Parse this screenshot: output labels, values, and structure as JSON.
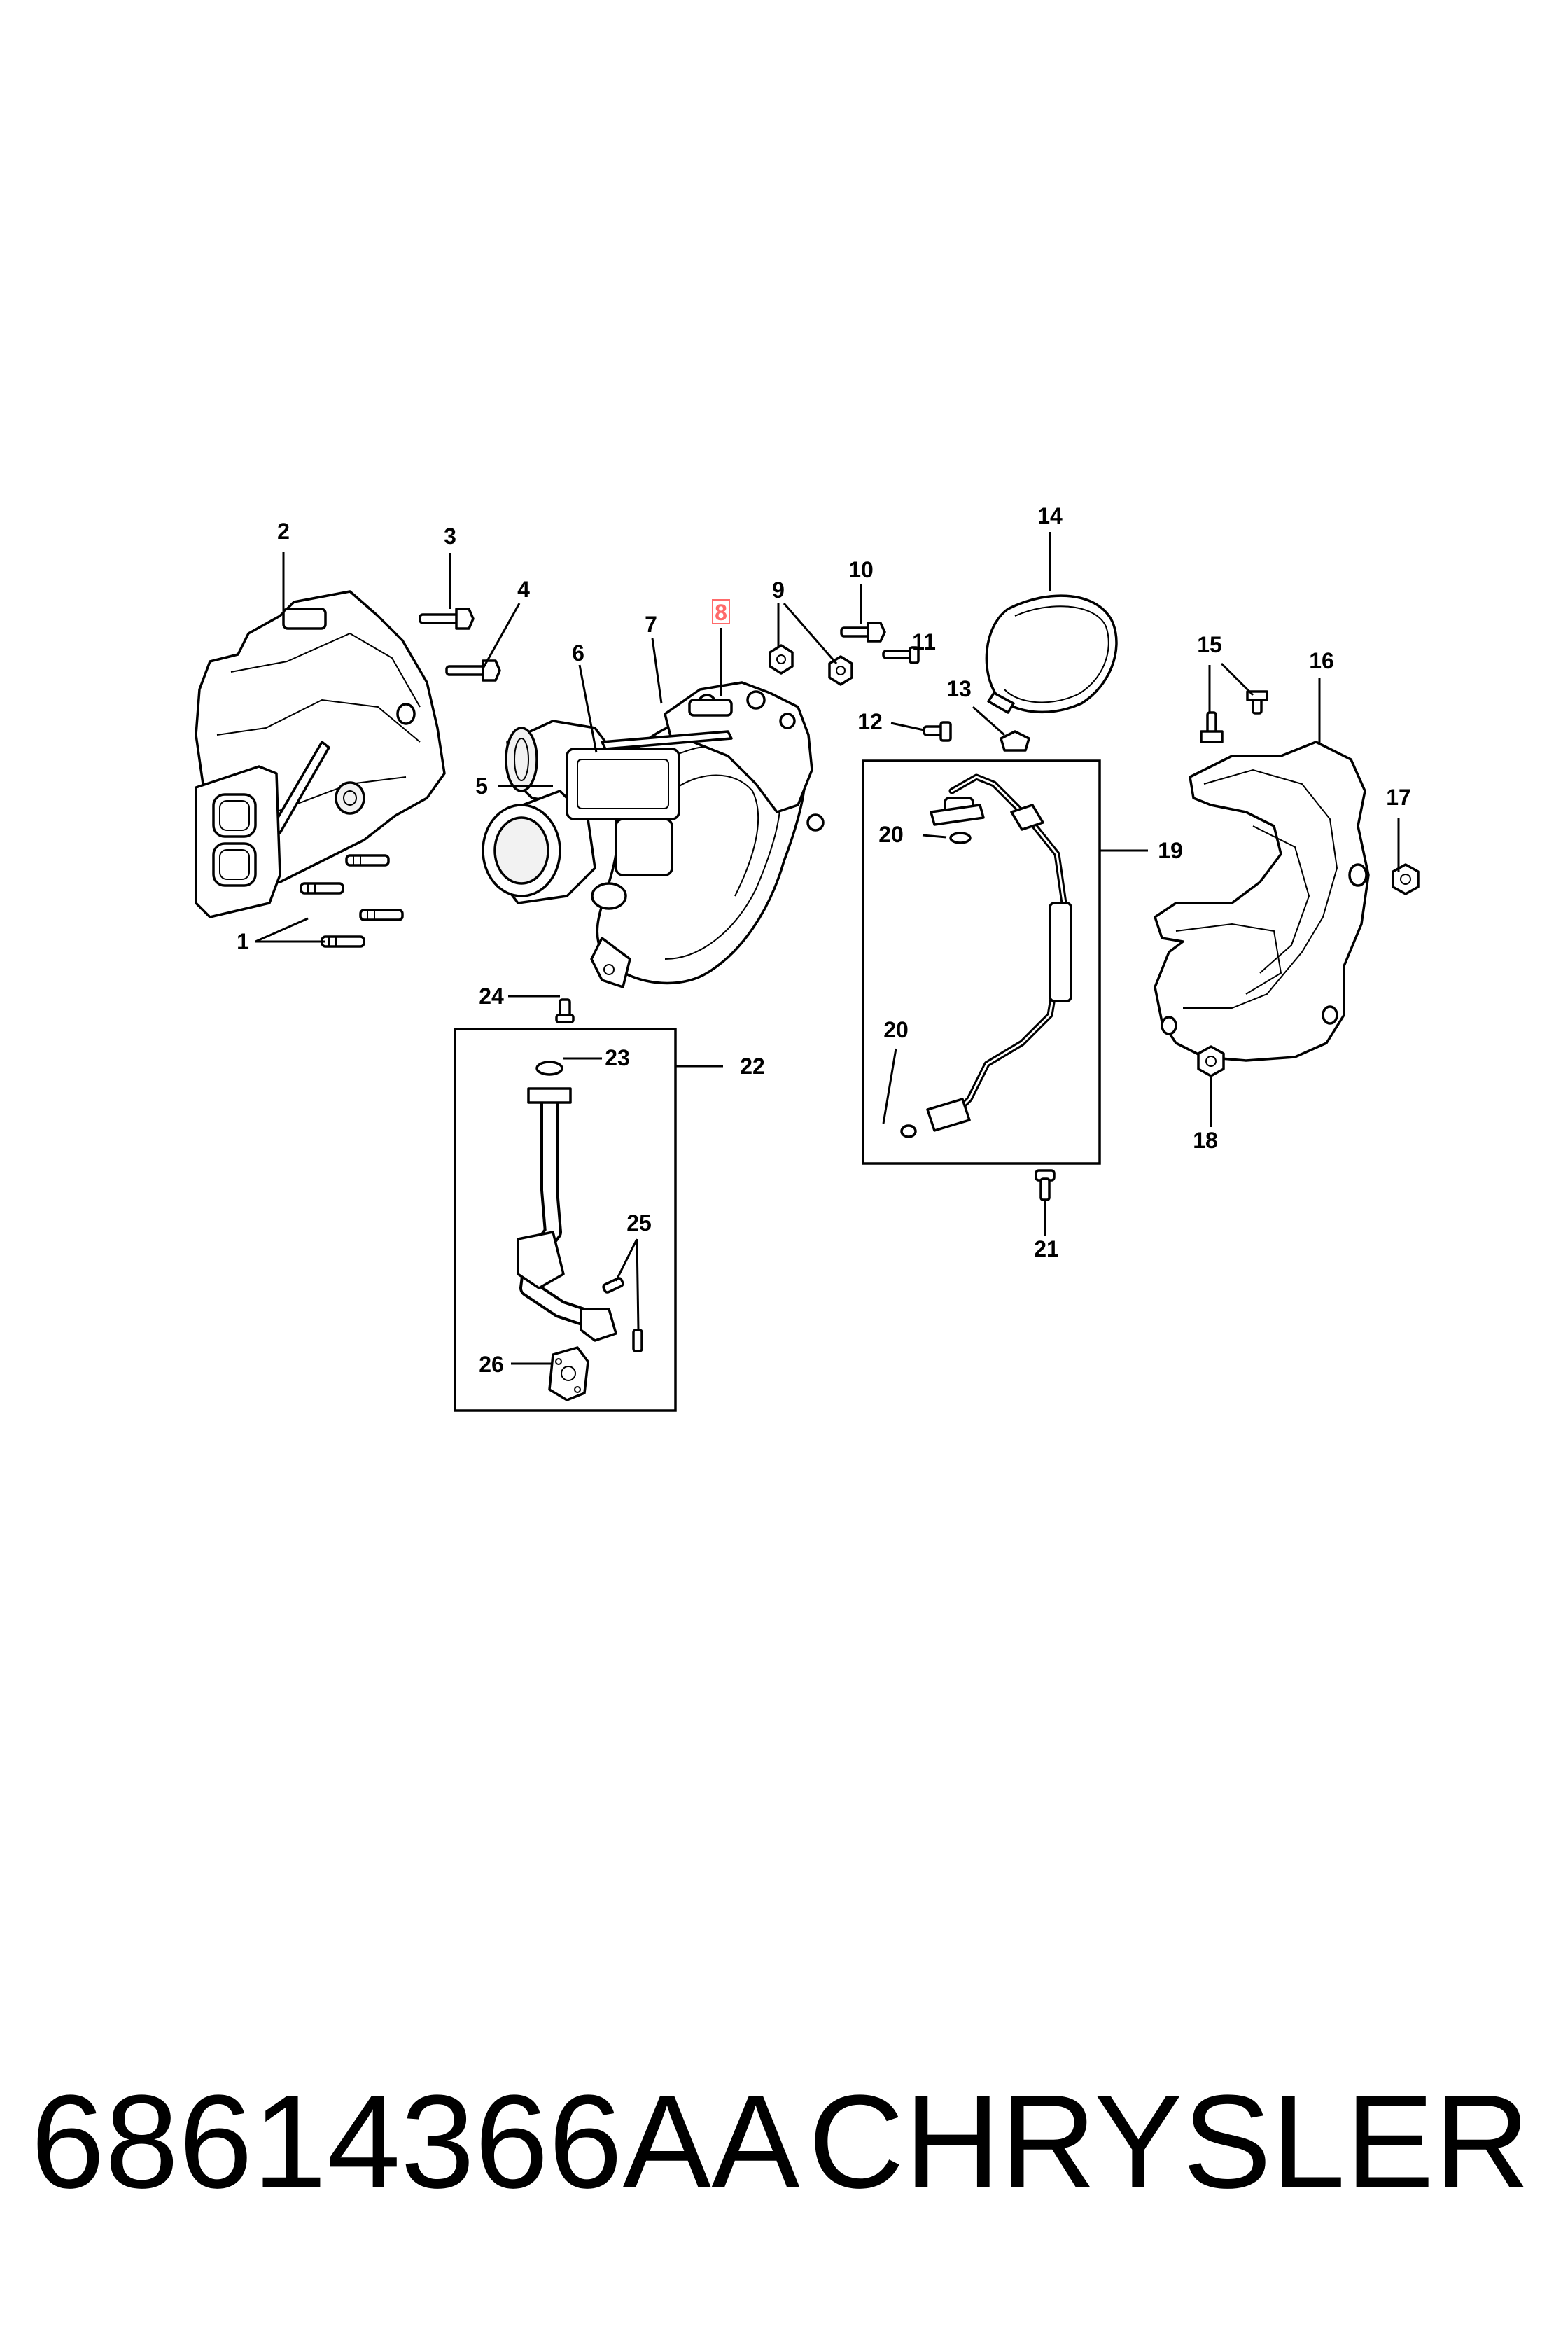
{
  "part_number": "68614366AA",
  "brand": "CHRYSLER",
  "callouts": {
    "c1": "1",
    "c2": "2",
    "c3": "3",
    "c4": "4",
    "c5": "5",
    "c6": "6",
    "c7": "7",
    "c8": "8",
    "c9": "9",
    "c10": "10",
    "c11": "11",
    "c12": "12",
    "c13": "13",
    "c14": "14",
    "c15": "15",
    "c16": "16",
    "c17": "17",
    "c18": "18",
    "c19": "19",
    "c20a": "20",
    "c20b": "20",
    "c21": "21",
    "c22": "22",
    "c23": "23",
    "c24": "24",
    "c25": "25",
    "c26": "26"
  },
  "highlighted_callout": "8",
  "colors": {
    "highlight": "#ff6a6a",
    "line": "#000000",
    "background": "#ffffff"
  }
}
